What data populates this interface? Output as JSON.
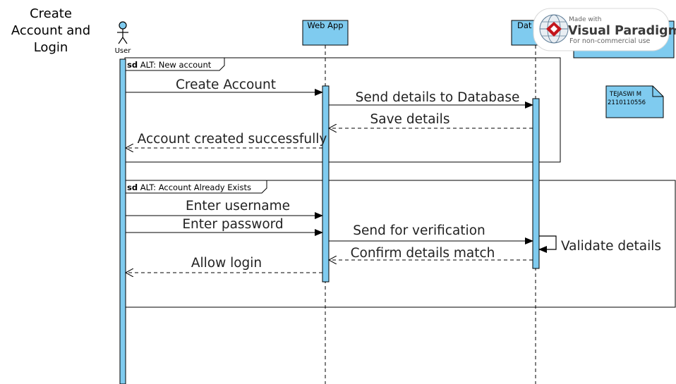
{
  "diagram": {
    "title_lines": [
      "Create",
      "Account and",
      "Login"
    ],
    "actor_label": "User",
    "lifelines": {
      "webapp": "Web App",
      "database": "Dat"
    },
    "fragments": [
      {
        "keyword": "sd",
        "label": "ALT: New account"
      },
      {
        "keyword": "sd",
        "label": "ALT: Account Already Exists"
      }
    ],
    "messages": [
      "Create Account",
      "Send details to Database",
      "Save details",
      "Account created successfully",
      "Enter username",
      "Enter password",
      "Send for verification",
      "Validate details",
      "Confirm details match",
      "Allow login"
    ],
    "note": [
      "TEJASWI M",
      "2110110556"
    ],
    "colors": {
      "activation": "#7fcbef",
      "stroke": "#000000"
    }
  },
  "watermark": {
    "made_with": "Made with",
    "brand": "Visual Paradigm",
    "sub": "For non-commercial use"
  }
}
